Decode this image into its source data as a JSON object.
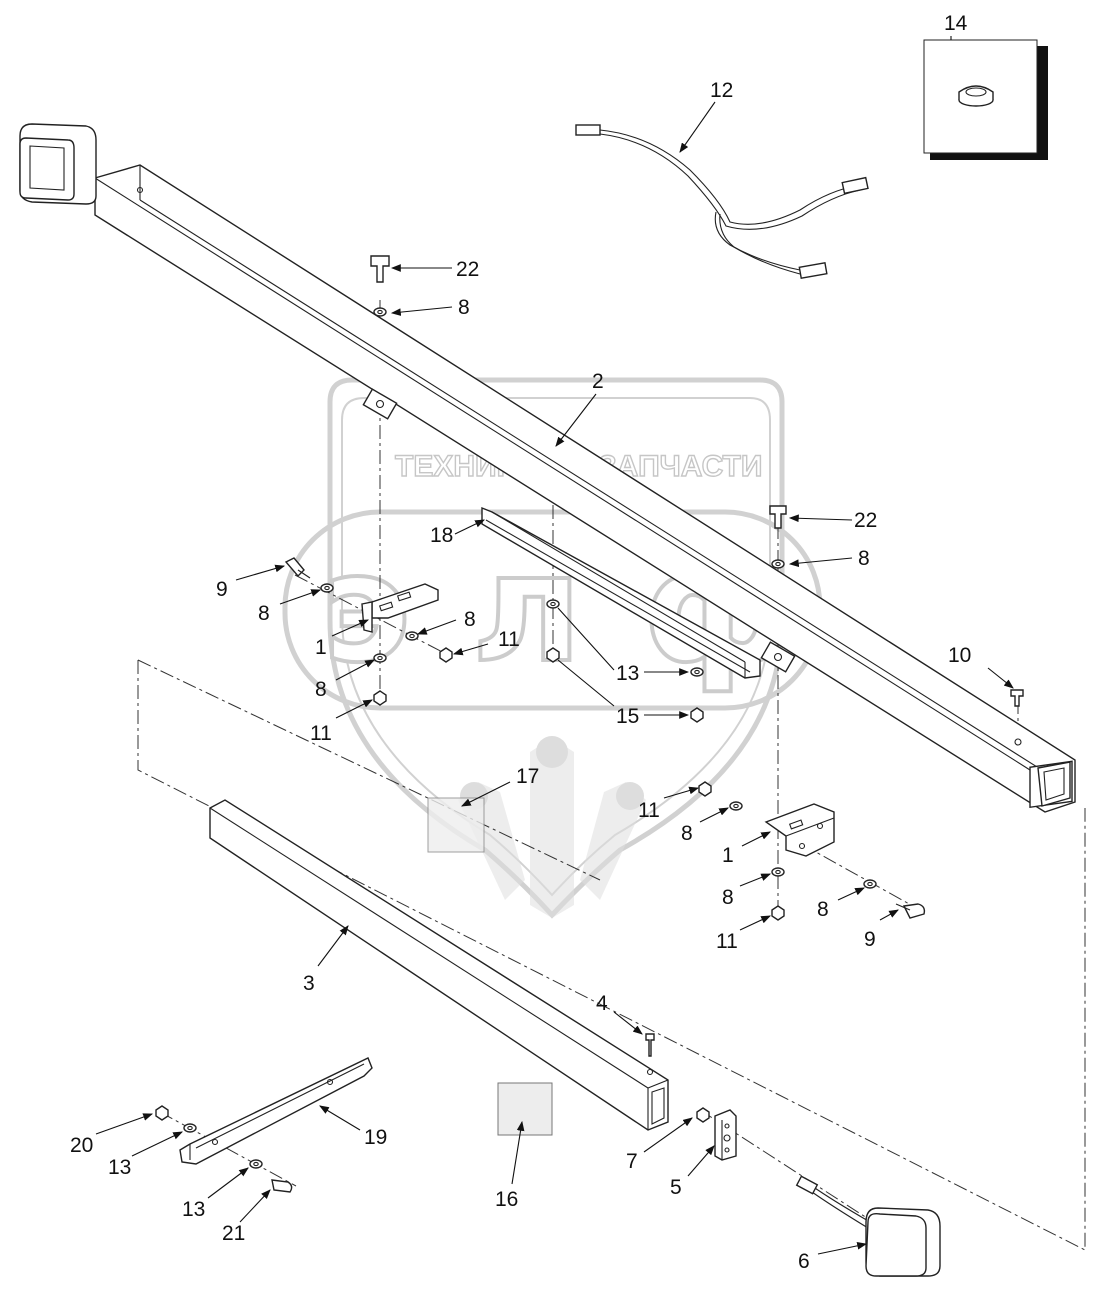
{
  "watermark": {
    "text_left": "ТЕХНИКА",
    "text_right": "ЗАПЧАСТИ",
    "logo_letters": "элф"
  },
  "callouts": [
    {
      "id": "c14",
      "label": "14"
    },
    {
      "id": "c12",
      "label": "12"
    },
    {
      "id": "c22a",
      "label": "22"
    },
    {
      "id": "c8a",
      "label": "8"
    },
    {
      "id": "c2",
      "label": "2"
    },
    {
      "id": "c22b",
      "label": "22"
    },
    {
      "id": "c8b",
      "label": "8"
    },
    {
      "id": "c18",
      "label": "18"
    },
    {
      "id": "c9a",
      "label": "9"
    },
    {
      "id": "c8c",
      "label": "8"
    },
    {
      "id": "c8d",
      "label": "8"
    },
    {
      "id": "c1a",
      "label": "1"
    },
    {
      "id": "c11a",
      "label": "11"
    },
    {
      "id": "c8e",
      "label": "8"
    },
    {
      "id": "c13a",
      "label": "13"
    },
    {
      "id": "c15",
      "label": "15"
    },
    {
      "id": "c11b",
      "label": "11"
    },
    {
      "id": "c10",
      "label": "10"
    },
    {
      "id": "c17",
      "label": "17"
    },
    {
      "id": "c11c",
      "label": "11"
    },
    {
      "id": "c8f",
      "label": "8"
    },
    {
      "id": "c1b",
      "label": "1"
    },
    {
      "id": "c8g",
      "label": "8"
    },
    {
      "id": "c8h",
      "label": "8"
    },
    {
      "id": "c9b",
      "label": "9"
    },
    {
      "id": "c11d",
      "label": "11"
    },
    {
      "id": "c3",
      "label": "3"
    },
    {
      "id": "c4",
      "label": "4"
    },
    {
      "id": "c20",
      "label": "20"
    },
    {
      "id": "c13b",
      "label": "13"
    },
    {
      "id": "c19",
      "label": "19"
    },
    {
      "id": "c13c",
      "label": "13"
    },
    {
      "id": "c21",
      "label": "21"
    },
    {
      "id": "c16",
      "label": "16"
    },
    {
      "id": "c7",
      "label": "7"
    },
    {
      "id": "c5",
      "label": "5"
    },
    {
      "id": "c6",
      "label": "6"
    }
  ]
}
